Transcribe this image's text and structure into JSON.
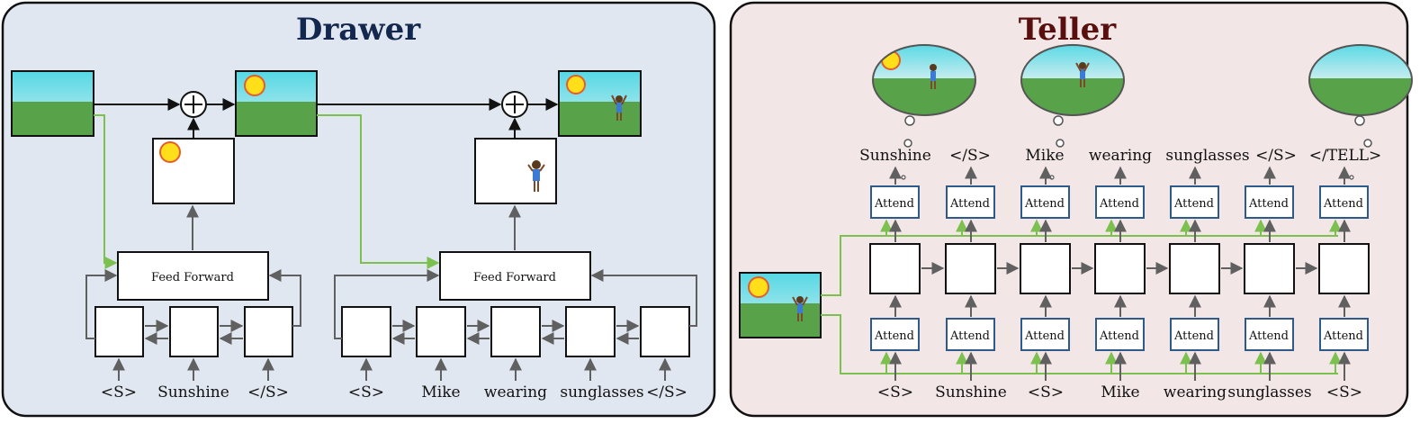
{
  "drawer": {
    "title": "Drawer",
    "title_color": "#14284f",
    "bg_color": "#e0e7f0",
    "feed_forward_label": "Feed Forward",
    "tokens_1": [
      "<S>",
      "Sunshine",
      "</S>"
    ],
    "tokens_2": [
      "<S>",
      "Mike",
      "wearing",
      "sunglasses",
      "</S>"
    ]
  },
  "teller": {
    "title": "Teller",
    "title_color": "#5a0f0f",
    "bg_color": "#f2e6e6",
    "attend_label": "Attend",
    "output_tokens": [
      "Sunshine",
      "</S>",
      "Mike",
      "wearing",
      "sunglasses",
      "</S>",
      "</TELL>"
    ],
    "input_tokens": [
      "<S>",
      "Sunshine",
      "<S>",
      "Mike",
      "wearing",
      "sunglasses",
      "<S>"
    ]
  },
  "colors": {
    "sky_top": "#55d8e4",
    "sky_bottom": "#cdeef0",
    "grass": "#58a24a",
    "connector_green": "#7cc04f",
    "arrow_gray": "#606060",
    "attend_border": "#2e5a8a"
  },
  "icons": [
    "sun-icon",
    "boy-icon",
    "plus-icon",
    "thought-bubble-icon"
  ]
}
